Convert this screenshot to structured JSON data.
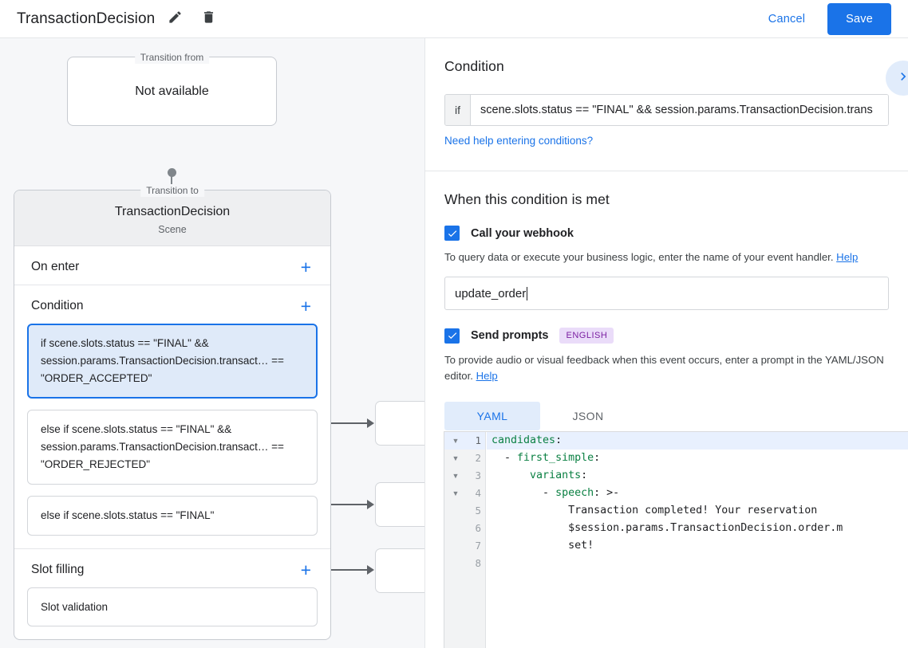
{
  "topbar": {
    "title": "TransactionDecision",
    "edit_icon": "pencil-icon",
    "delete_icon": "trash-icon",
    "cancel_label": "Cancel",
    "save_label": "Save",
    "accent_color": "#1a73e8"
  },
  "canvas": {
    "transition_from": {
      "legend": "Transition from",
      "value": "Not available"
    },
    "transition_to": {
      "legend": "Transition to",
      "name": "TransactionDecision",
      "subtitle": "Scene"
    },
    "sections": [
      {
        "title": "On enter",
        "add_label": "+"
      },
      {
        "title": "Condition",
        "add_label": "+"
      },
      {
        "title": "Slot filling",
        "add_label": "+"
      }
    ],
    "conditions": [
      {
        "text": "if scene.slots.status == \"FINAL\" && session.params.TransactionDecision.transact… == \"ORDER_ACCEPTED\"",
        "selected": true
      },
      {
        "text": "else if scene.slots.status == \"FINAL\" && session.params.TransactionDecision.transact… == \"ORDER_REJECTED\"",
        "selected": false
      },
      {
        "text": "else if scene.slots.status == \"FINAL\"",
        "selected": false
      }
    ],
    "slot_filling_item": "Slot validation"
  },
  "panel": {
    "heading": "Condition",
    "expand_icon": "chevron-right-icon",
    "condition": {
      "if_label": "if",
      "value": "scene.slots.status == \"FINAL\" && session.params.TransactionDecision.trans",
      "placeholder": "Enter a condition"
    },
    "help_conditions_link": "Need help entering conditions?",
    "when_met_heading": "When this condition is met",
    "webhook": {
      "checkbox_label": "Call your webhook",
      "checked": true,
      "description": "To query data or execute your business logic, enter the name of your event handler.",
      "help_link": "Help",
      "value": "update_order",
      "placeholder": "Enter event handler name"
    },
    "prompts": {
      "checkbox_label": "Send prompts",
      "checked": true,
      "language_badge": "ENGLISH",
      "description": "To provide audio or visual feedback when this event occurs, enter a prompt in the YAML/JSON editor.",
      "help_link": "Help",
      "tabs": [
        {
          "label": "YAML",
          "active": true
        },
        {
          "label": "JSON",
          "active": false
        }
      ]
    },
    "editor": {
      "active_line": 1,
      "lines": [
        {
          "n": "1",
          "fold": true,
          "key": "candidates",
          "indent": "",
          "rest": ":",
          "plain": ""
        },
        {
          "n": "2",
          "fold": true,
          "key": "first_simple",
          "indent": "  - ",
          "rest": ":",
          "plain": ""
        },
        {
          "n": "3",
          "fold": true,
          "key": "variants",
          "indent": "      ",
          "rest": ":",
          "plain": ""
        },
        {
          "n": "4",
          "fold": true,
          "key": "speech",
          "indent": "        - ",
          "rest": ": >-",
          "plain": ""
        },
        {
          "n": "5",
          "fold": false,
          "key": "",
          "indent": "",
          "rest": "",
          "plain": "            Transaction completed! Your reservation"
        },
        {
          "n": "6",
          "fold": false,
          "key": "",
          "indent": "",
          "rest": "",
          "plain": "            $session.params.TransactionDecision.order.m"
        },
        {
          "n": "7",
          "fold": false,
          "key": "",
          "indent": "",
          "rest": "",
          "plain": "            set!"
        },
        {
          "n": "8",
          "fold": false,
          "key": "",
          "indent": "",
          "rest": "",
          "plain": ""
        }
      ]
    }
  }
}
